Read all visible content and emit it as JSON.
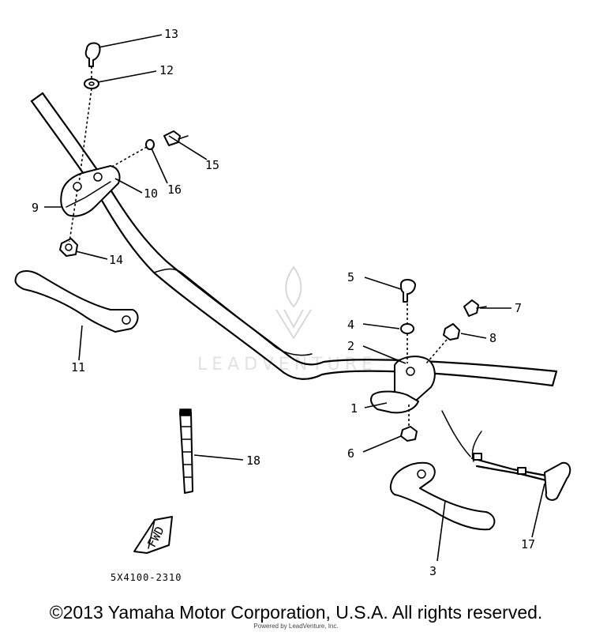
{
  "diagram": {
    "part_code": "5X4100-2310",
    "callouts": [
      "1",
      "2",
      "3",
      "4",
      "5",
      "6",
      "7",
      "8",
      "9",
      "10",
      "11",
      "12",
      "13",
      "14",
      "15",
      "16",
      "17",
      "18"
    ],
    "fwd_label": "FWD",
    "watermark_text": "LEADVENTURE"
  },
  "footer": {
    "copyright": "©2013 Yamaha Motor Corporation, U.S.A. All rights reserved.",
    "credit": "Powered by LeadVenture, Inc."
  }
}
